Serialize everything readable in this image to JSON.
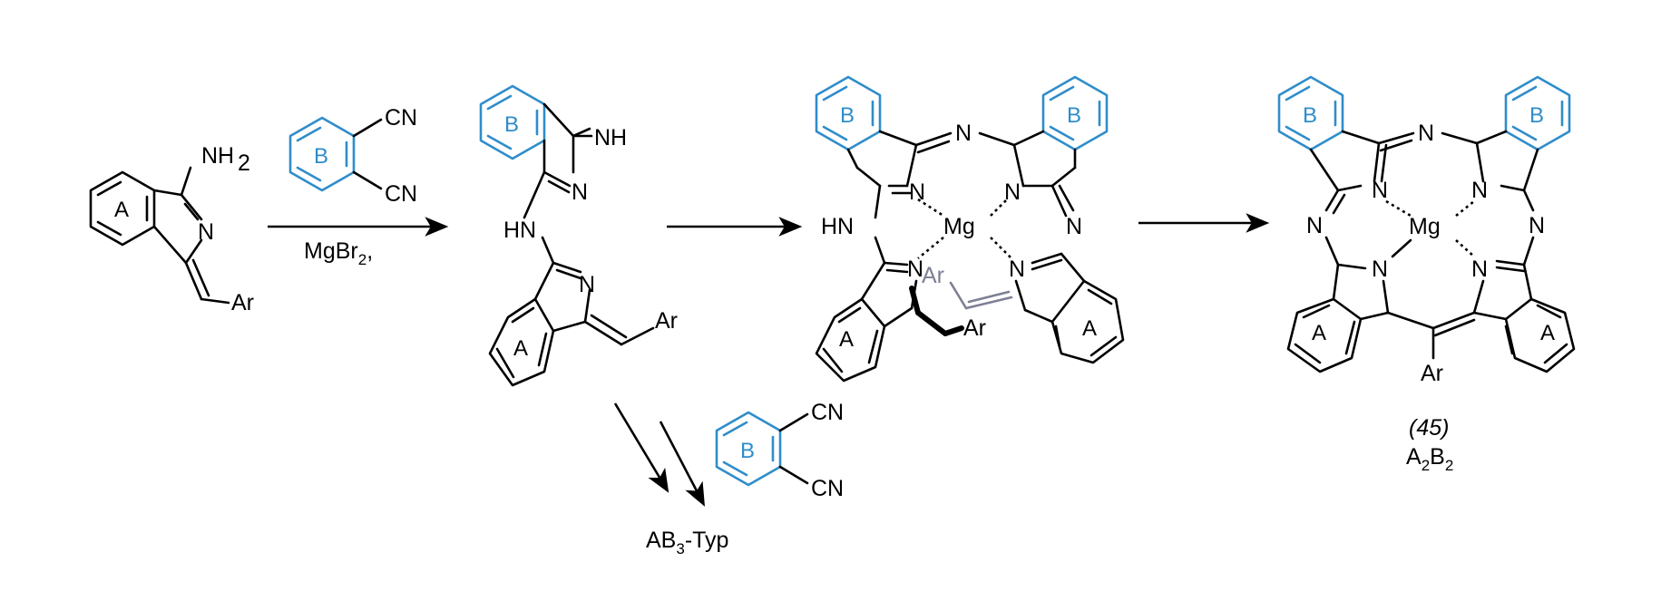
{
  "labels": {
    "nh2": "NH",
    "nh2_sub": "2",
    "n": "N",
    "ar": "Ar",
    "cn": "CN",
    "nh": "NH",
    "hn": "HN",
    "mg": "Mg",
    "ring_a": "A",
    "ring_b": "B"
  },
  "reagent": {
    "text": "MgBr",
    "sub": "2",
    "suffix": ","
  },
  "side_product": {
    "prefix": "AB",
    "sub": "3",
    "suffix": "-Typ"
  },
  "product": {
    "number": "(45)",
    "formula_parts": [
      "A",
      "2",
      "B",
      "2"
    ]
  },
  "colors": {
    "ring_b": "#2f8dca",
    "grey_fragment": "#7d7f95",
    "bonds": "#000000"
  }
}
